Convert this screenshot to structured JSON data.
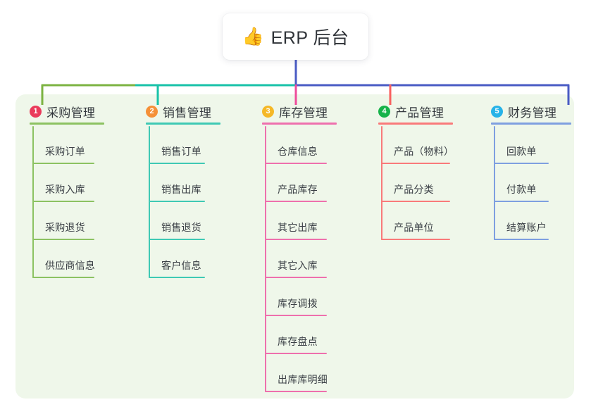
{
  "root": {
    "icon": "thumbs-up-icon",
    "emoji": "👍",
    "title": "ERP 后台"
  },
  "theme": {
    "panel_bg": "#eff7ea",
    "page_bg": "#ffffff",
    "card_bg": "#ffffff",
    "title_color": "#2f3338",
    "stem_color": "#4a5bc4",
    "trunk_green": "#7cb342",
    "trunk_teal": "#18c2a8",
    "trunk_blue": "#4a5bc4"
  },
  "columns": [
    {
      "index": "1",
      "badge_color": "#ea3b5b",
      "line_color": "#8cc262",
      "title": "采购管理",
      "items": [
        {
          "label": "采购订单"
        },
        {
          "label": "采购入库"
        },
        {
          "label": "采购退货"
        },
        {
          "label": "供应商信息"
        }
      ]
    },
    {
      "index": "2",
      "badge_color": "#f59038",
      "line_color": "#3fc9b4",
      "title": "销售管理",
      "items": [
        {
          "label": "销售订单"
        },
        {
          "label": "销售出库"
        },
        {
          "label": "销售退货"
        },
        {
          "label": "客户信息"
        }
      ]
    },
    {
      "index": "3",
      "badge_color": "#f5b827",
      "line_color": "#ee70ad",
      "title": "库存管理",
      "items": [
        {
          "label": "仓库信息"
        },
        {
          "label": "产品库存"
        },
        {
          "label": "其它出库"
        },
        {
          "label": "其它入库"
        },
        {
          "label": "库存调拨"
        },
        {
          "label": "库存盘点"
        },
        {
          "label": "出库库明细"
        }
      ]
    },
    {
      "index": "4",
      "badge_color": "#16b34a",
      "line_color": "#f97a7a",
      "title": "产品管理",
      "items": [
        {
          "label": "产品（物料）"
        },
        {
          "label": "产品分类"
        },
        {
          "label": "产品单位"
        }
      ]
    },
    {
      "index": "5",
      "badge_color": "#27b3e8",
      "line_color": "#7e9fe0",
      "title": "财务管理",
      "items": [
        {
          "label": "回款单"
        },
        {
          "label": "付款单"
        },
        {
          "label": "结算账户"
        }
      ]
    }
  ],
  "layout": {
    "column_x": [
      42,
      207,
      372,
      537,
      697
    ],
    "head_rule_width": [
      106,
      106,
      106,
      106,
      114
    ],
    "item_rule_width": [
      88,
      80,
      88,
      98,
      78
    ],
    "item_width": [
      110,
      100,
      110,
      115,
      100
    ],
    "items_top": [
      182,
      182,
      182,
      182,
      182
    ],
    "item_height": 54
  }
}
